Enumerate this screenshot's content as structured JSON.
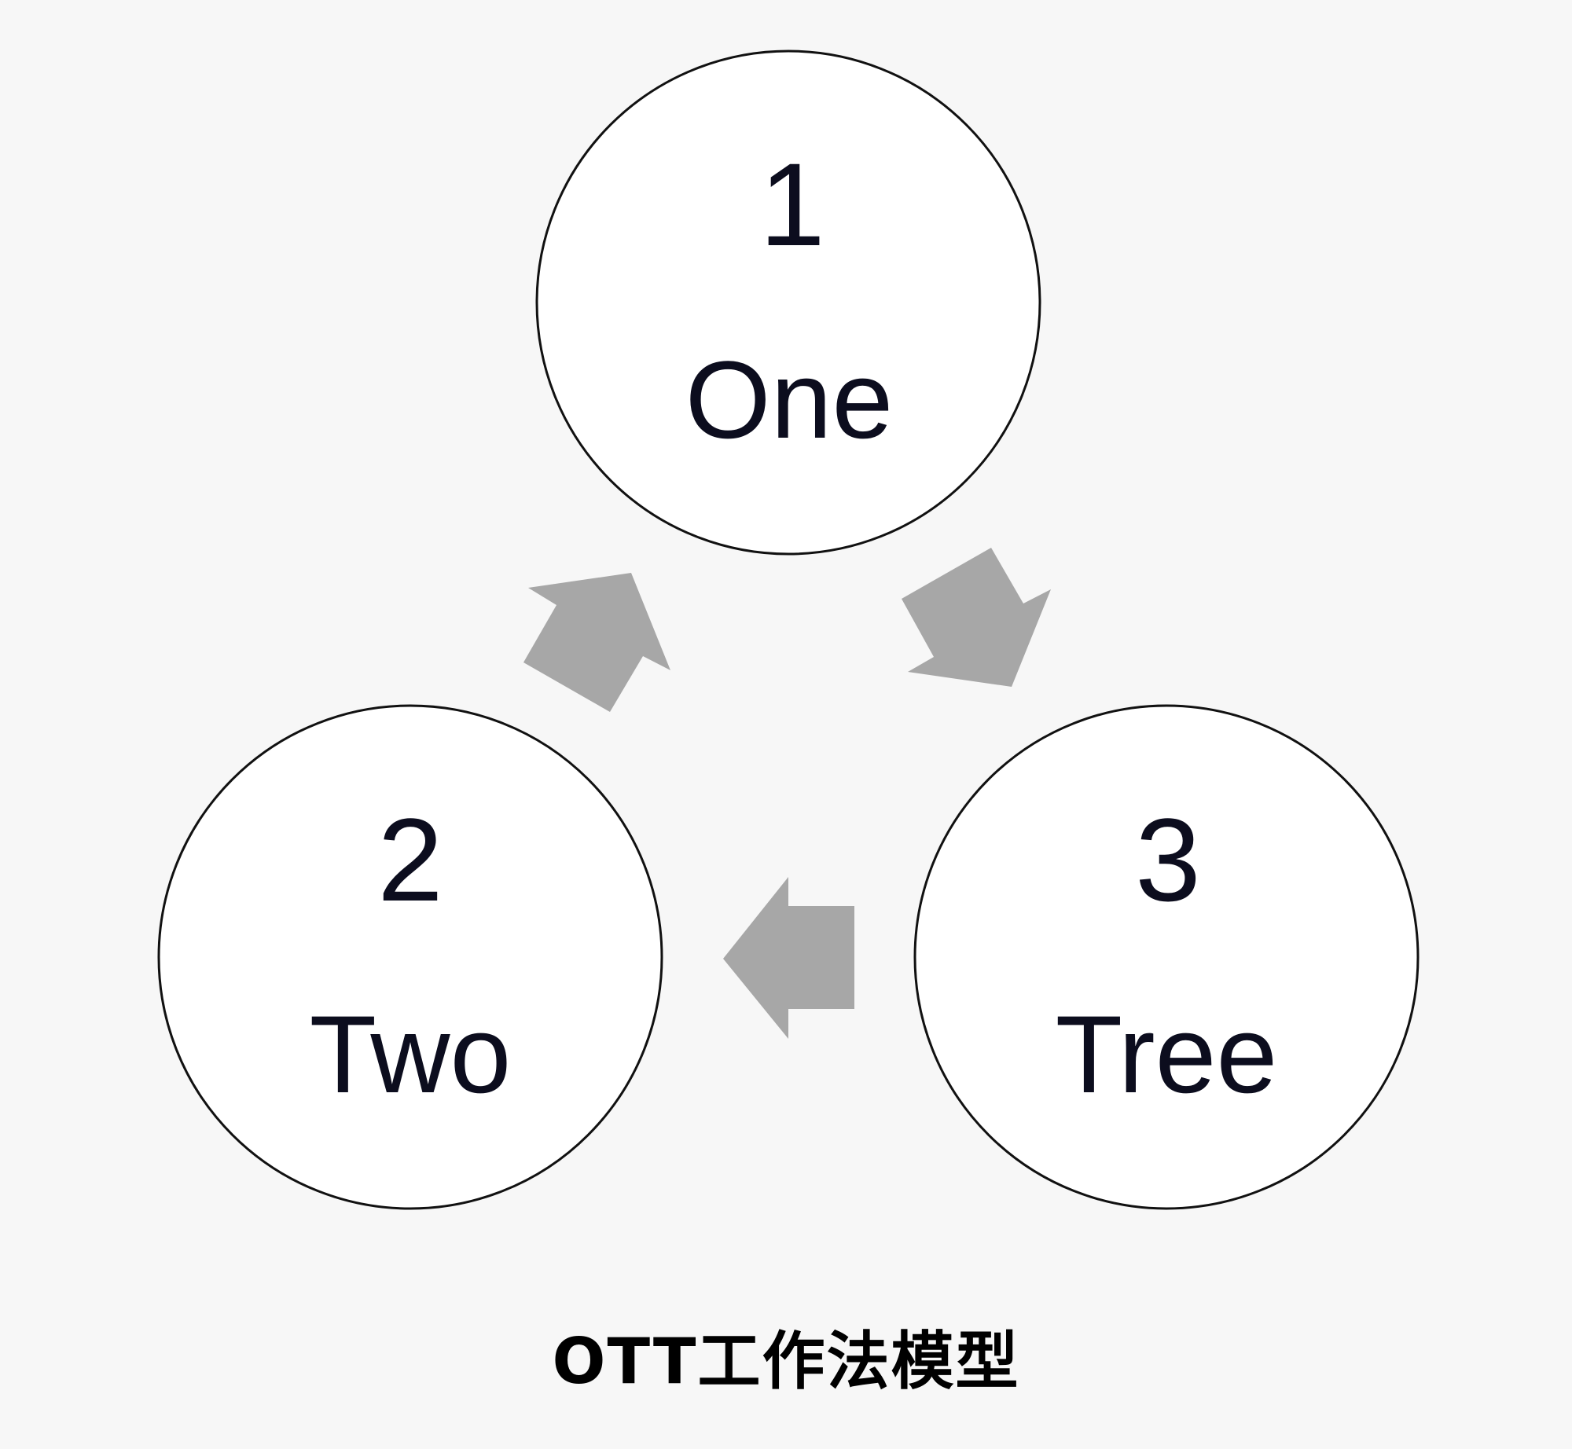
{
  "nodes": [
    {
      "number": "1",
      "label": "One"
    },
    {
      "number": "2",
      "label": "Two"
    },
    {
      "number": "3",
      "label": "Tree"
    }
  ],
  "caption": "OTT工作法模型",
  "colors": {
    "background": "#f7f7f7",
    "circle_fill": "#ffffff",
    "circle_stroke": "#111111",
    "text": "#0c0d1e",
    "arrow": "#a7a7a7"
  }
}
